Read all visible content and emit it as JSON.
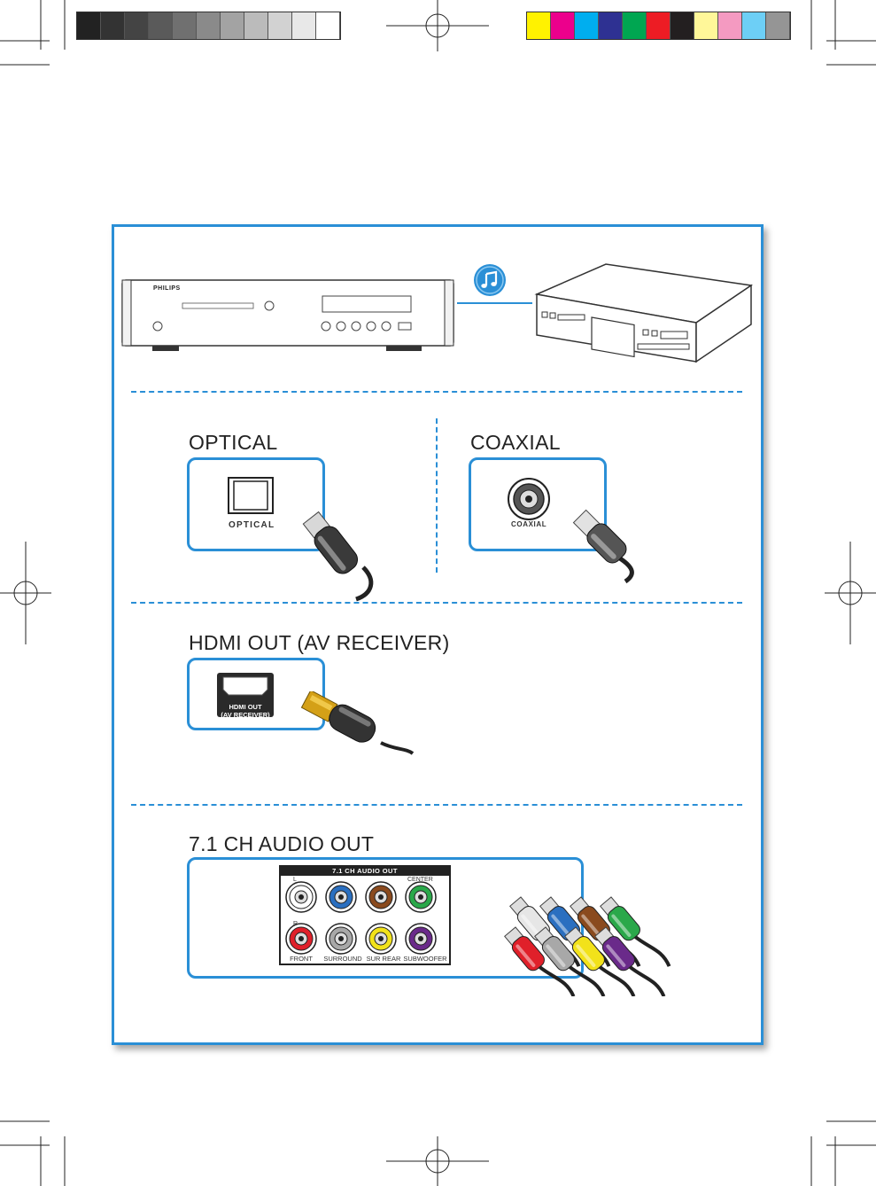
{
  "print_marks": {
    "grayscale_swatches": [
      "#222222",
      "#333333",
      "#444444",
      "#5a5a5a",
      "#707070",
      "#8a8a8a",
      "#a3a3a3",
      "#bbbbbb",
      "#d2d2d2",
      "#e8e8e8",
      "#ffffff"
    ],
    "color_swatches": [
      "#fff200",
      "#ec008c",
      "#00aeef",
      "#2e3192",
      "#00a651",
      "#ed1c24",
      "#231f20",
      "#fff799",
      "#f49ac1",
      "#6dcff6",
      "#959595"
    ]
  },
  "player": {
    "brand": "PHILIPS"
  },
  "music_icon": {
    "name": "music-note-icon",
    "color": "#2a8fd6"
  },
  "sections": {
    "optical": {
      "title": "OPTICAL",
      "port_label": "OPTICAL"
    },
    "coaxial": {
      "title": "COAXIAL",
      "port_label": "COAXIAL"
    },
    "hdmi": {
      "title": "HDMI OUT (AV RECEIVER)",
      "port_label_1": "HDMI OUT",
      "port_label_2": "(AV RECEIVER)"
    },
    "audio71": {
      "title": "7.1 CH AUDIO OUT",
      "panel_label": "7.1 CH AUDIO OUT",
      "label_l": "L",
      "label_r": "R",
      "label_center": "CENTER",
      "bottom_labels": [
        "FRONT",
        "SURROUND",
        "SUR REAR",
        "SUBWOOFER"
      ],
      "jack_colors_top": [
        "#ffffff",
        "#2a6fc0",
        "#8a4a1e",
        "#2aa84a"
      ],
      "jack_colors_bottom": [
        "#e0202a",
        "#a8a8a8",
        "#f2e21a",
        "#6a2a8a"
      ]
    }
  },
  "accent_color": "#2a8fd6"
}
